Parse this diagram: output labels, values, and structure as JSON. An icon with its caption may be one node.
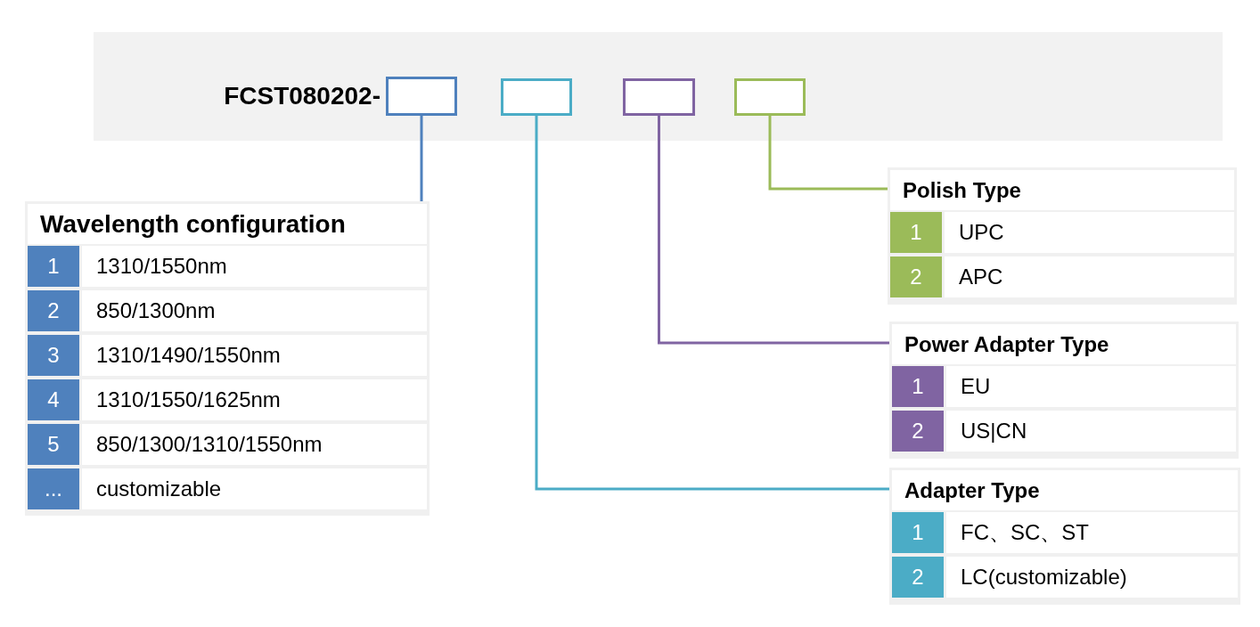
{
  "diagram": {
    "nodes": [
      {
        "text": [
          "FCST080202-"
        ]
      },
      {
        "text": [],
        "shape": "box",
        "in": 0
      },
      {
        "text": [],
        "shape": "box",
        "in": 0
      },
      {
        "text": [],
        "shape": "box",
        "in": 0
      },
      {
        "text": [],
        "shape": "box",
        "in": 0
      },
      {
        "text": [
          "Wavelength configuration"
        ]
      },
      {
        "text": [
          "1",
          "1310/1550nm"
        ],
        "in": 5
      },
      {
        "text": [
          "2",
          "850/1300nm"
        ],
        "in": 5
      },
      {
        "text": [
          "3",
          "1310/1490/1550nm"
        ],
        "in": 5
      },
      {
        "text": [
          "4",
          "1310/1550/1625nm"
        ],
        "in": 5
      },
      {
        "text": [
          "5",
          "850/1300/1310/1550nm"
        ],
        "in": 5
      },
      {
        "text": [
          "...",
          "customizable"
        ],
        "in": 5
      },
      {
        "text": [
          "Polish Type"
        ]
      },
      {
        "text": [
          "1",
          "UPC"
        ],
        "in": 12
      },
      {
        "text": [
          "2",
          "APC"
        ],
        "in": 12
      },
      {
        "text": [
          "Power Adapter Type"
        ]
      },
      {
        "text": [
          "1",
          "EU"
        ],
        "in": 15
      },
      {
        "text": [
          "2",
          "US|CN"
        ],
        "in": 15
      },
      {
        "text": [
          "Adapter Type"
        ]
      },
      {
        "text": [
          "1",
          "FC、SC、ST"
        ],
        "in": 18
      },
      {
        "text": [
          "2",
          "LC(customizable)"
        ],
        "in": 18
      }
    ],
    "edges": [
      {
        "from": 1,
        "to": 5,
        "arrow": "none",
        "color": "#4f81bd"
      },
      {
        "from": 2,
        "to": 18,
        "arrow": "none",
        "color": "#4bacc6"
      },
      {
        "from": 3,
        "to": 15,
        "arrow": "none",
        "color": "#8064a2"
      },
      {
        "from": 4,
        "to": 12,
        "arrow": "none",
        "color": "#9bbb59"
      }
    ]
  }
}
